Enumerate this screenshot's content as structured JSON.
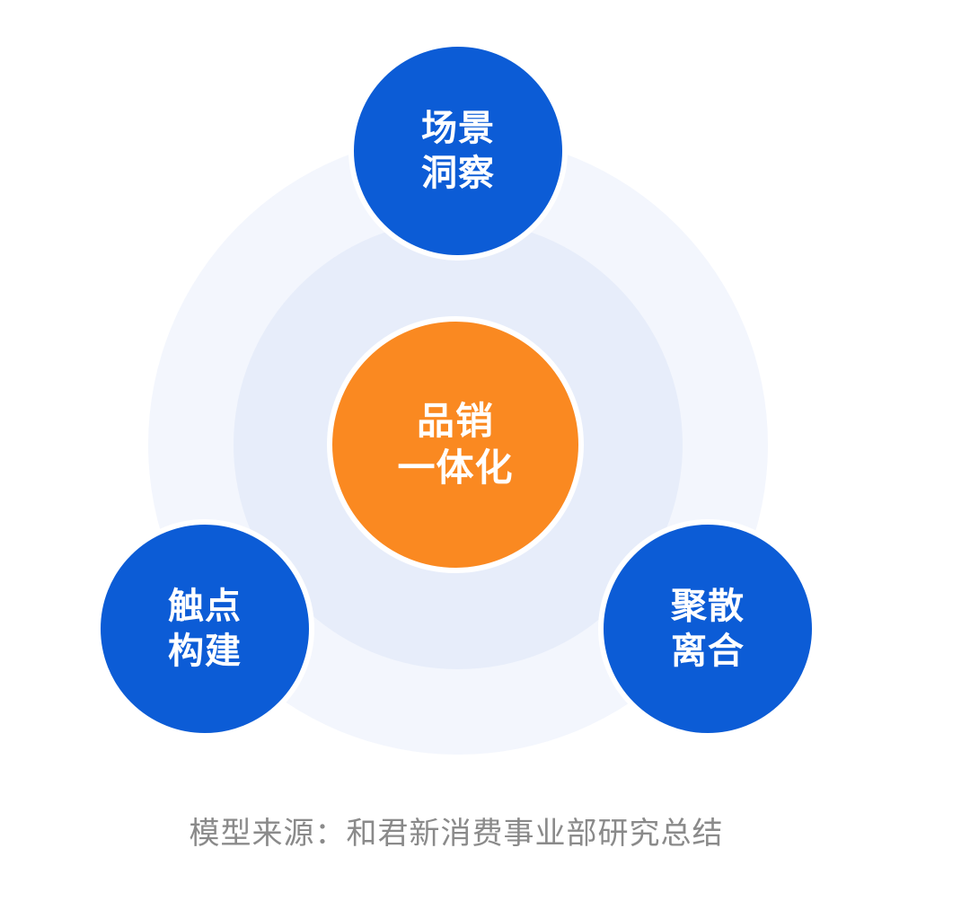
{
  "diagram": {
    "center": {
      "line1": "品销",
      "line2": "一体化"
    },
    "top": {
      "line1": "场景",
      "line2": "洞察"
    },
    "left": {
      "line1": "触点",
      "line2": "构建"
    },
    "right": {
      "line1": "聚散",
      "line2": "离合"
    }
  },
  "caption": "模型来源：和君新消费事业部研究总结",
  "colors": {
    "node_blue": "#0c5cd6",
    "node_orange": "#fa8921",
    "ring_outer": "#f3f6fd",
    "ring_inner": "#e7edfa",
    "caption_text": "#8a8a8a"
  }
}
